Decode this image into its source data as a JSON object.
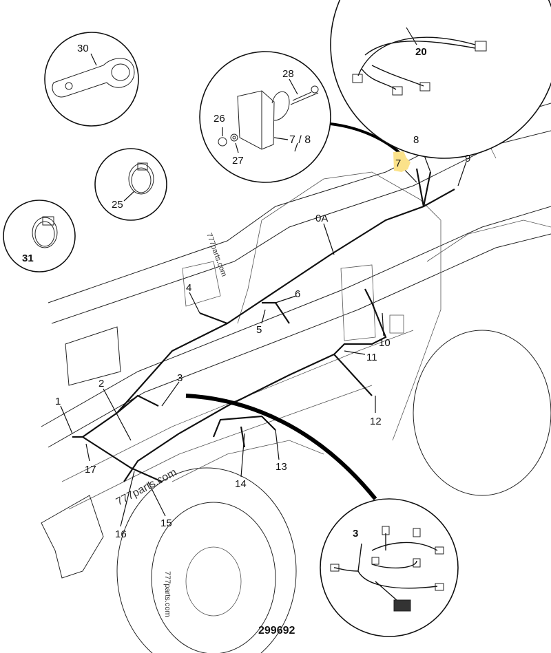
{
  "diagram_id": "299692",
  "highlight_color": "#fbe28a",
  "watermark": "777parts.com",
  "labels": {
    "l30": "30",
    "l28": "28",
    "l20": "20",
    "l26": "26",
    "l27": "27",
    "l7_8": "7 / 8",
    "l8": "8",
    "l7": "7",
    "l9": "9",
    "l25": "25",
    "l31": "31",
    "l0A": "0A",
    "l4": "4",
    "l6": "6",
    "l5": "5",
    "l10": "10",
    "l11": "11",
    "l2": "2",
    "l3": "3",
    "l1": "1",
    "l17": "17",
    "l12": "12",
    "l13": "13",
    "l14": "14",
    "l16": "16",
    "l15": "15",
    "l3_detail": "3"
  }
}
